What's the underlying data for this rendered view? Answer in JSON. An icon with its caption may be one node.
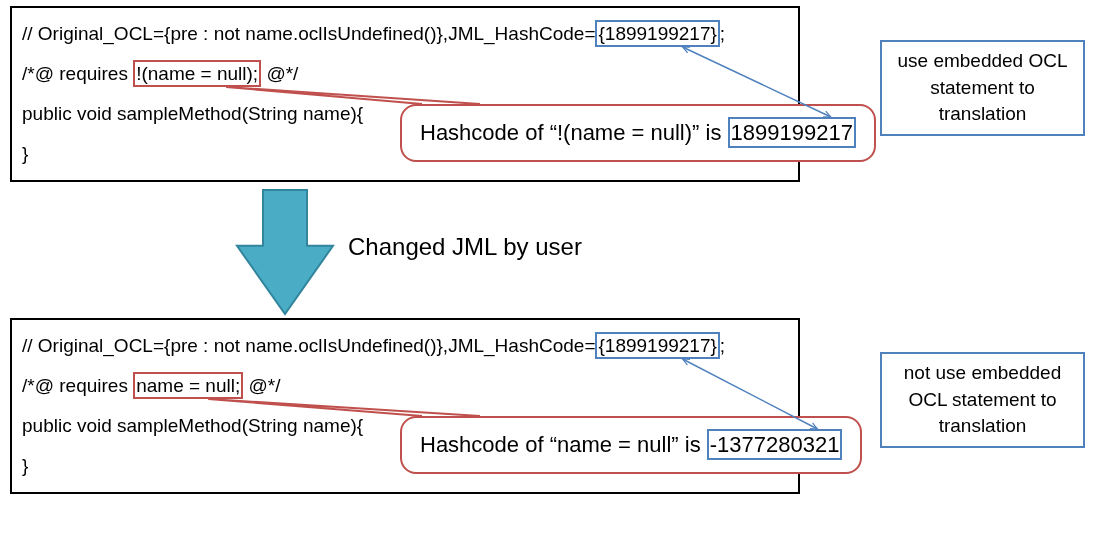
{
  "diagram": {
    "nodes": [
      {
        "text": [
          "// Original_OCL={pre : not name.oclIsUndefined()},JML_HashCode=",
          ";",
          "/*@ requires",
          "@*/",
          "public void sampleMethod(String name){",
          "}"
        ]
      },
      {
        "text": [
          "{1899199217}"
        ],
        "in": 0
      },
      {
        "text": [
          "!(name = null);"
        ],
        "in": 0
      },
      {
        "text": [
          "Hashcode of “!(name = null)” is"
        ]
      },
      {
        "text": [
          "1899199217"
        ],
        "in": 3
      },
      {
        "text": [
          "use embedded OCL statement to translation"
        ]
      },
      {
        "text": [
          "// Original_OCL={pre : not name.oclIsUndefined()},JML_HashCode=",
          ";",
          "/*@ requires",
          "@*/",
          "public void sampleMethod(String name){",
          "}"
        ]
      },
      {
        "text": [
          "{1899199217}"
        ],
        "in": 6
      },
      {
        "text": [
          "name = null;"
        ],
        "in": 6
      },
      {
        "text": [
          "Hashcode of “name = null” is"
        ]
      },
      {
        "text": [
          "-1377280321"
        ],
        "in": 9
      },
      {
        "text": [
          "not use embedded OCL statement to translation"
        ]
      }
    ],
    "edges": [
      {
        "from": 3,
        "to": 2,
        "arrow": "none",
        "color": "#c0504d"
      },
      {
        "from": 1,
        "to": 4,
        "arrow": "both",
        "color": "#4f81bd"
      },
      {
        "from": 0,
        "to": 6,
        "arrow": "to",
        "label": "Changed JML by user",
        "style": "thick",
        "color": "#4bacc6"
      },
      {
        "from": 9,
        "to": 8,
        "arrow": "none",
        "color": "#c0504d"
      },
      {
        "from": 7,
        "to": 10,
        "arrow": "both",
        "color": "#4f81bd"
      }
    ]
  }
}
